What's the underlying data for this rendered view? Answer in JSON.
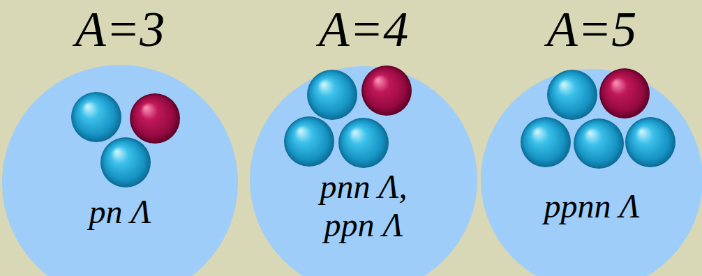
{
  "diagram": {
    "nodes": [
      {
        "text": [
          "A=3",
          "pn Λ"
        ]
      },
      {
        "text": [
          "A=4",
          "pnn Λ, ppn Λ"
        ]
      },
      {
        "text": [
          "A=5",
          "ppnn Λ"
        ]
      }
    ]
  }
}
